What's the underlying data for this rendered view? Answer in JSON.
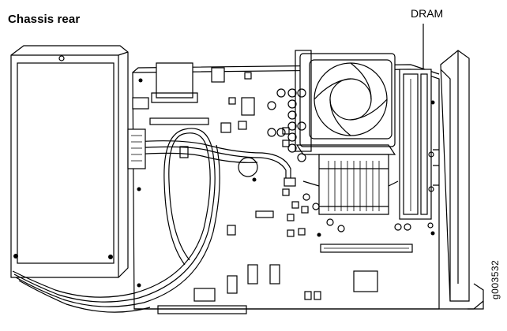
{
  "labels": {
    "location": "Chassis rear",
    "component": "DRAM",
    "figure_id": "g003532"
  }
}
